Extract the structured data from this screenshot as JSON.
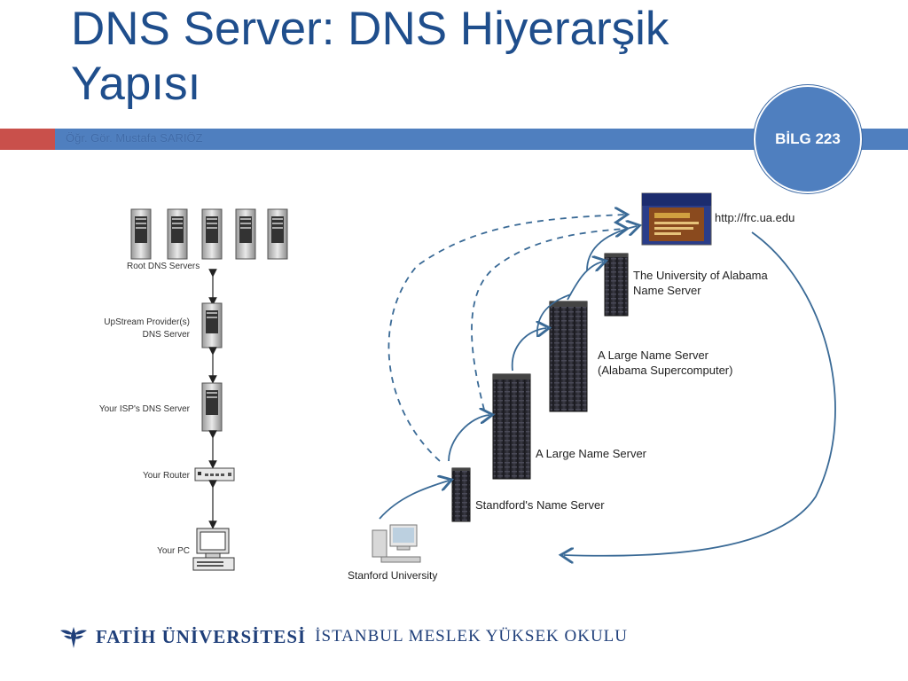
{
  "slide": {
    "title": "DNS Server: DNS Hiyerarşik Yapısı",
    "author": "Öğr. Gör. Mustafa SARIÖZ",
    "course_badge": "BİLG 223"
  },
  "left_diagram": {
    "root_label": "Root DNS Servers",
    "upstream_label_line1": "UpStream Provider(s)",
    "upstream_label_line2": "DNS Server",
    "isp_label": "Your ISP's DNS Server",
    "router_label": "Your Router",
    "pc_label": "Your PC"
  },
  "right_diagram": {
    "website_url": "http://frc.ua.edu",
    "alabama_line1": "The University of Alabama",
    "alabama_line2": "Name Server",
    "large_ns2_line1": "A Large Name Server",
    "large_ns2_line2": "(Alabama Supercomputer)",
    "large_ns1": "A Large Name Server",
    "stanford_ns": "Standford's Name Server",
    "stanford_uni": "Stanford University"
  },
  "footer": {
    "university": "FATİH ÜNİVERSİTESİ",
    "school": "İSTANBUL MESLEK YÜKSEK OKULU"
  },
  "colors": {
    "title": "#1f4e8c",
    "bar_blue": "#4f7fbf",
    "bar_red": "#c9504b",
    "arrow": "#3a6a96"
  }
}
